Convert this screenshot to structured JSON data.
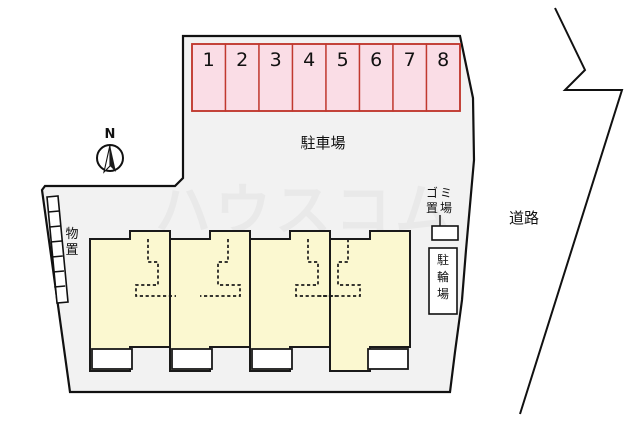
{
  "diagram": {
    "kind": "property-site-plan",
    "title_visible": false,
    "watermark": "ハウスコム"
  },
  "labels": {
    "parking_lot": "駐車場",
    "storage_shed": "物置",
    "garbage_area": "ゴミ置場",
    "bicycle_parking": "駐輪場",
    "road": "道路"
  },
  "garbage_area_chars": [
    "ゴ",
    "ミ"
  ],
  "garbage_area_chars2": [
    "置",
    "場"
  ],
  "bicycle_parking_chars": [
    "駐",
    "輪",
    "場"
  ],
  "storage_shed_chars": [
    "物",
    "置"
  ],
  "compass": {
    "north_label": "N"
  },
  "parking_stalls": [
    {
      "number": "1"
    },
    {
      "number": "2"
    },
    {
      "number": "3"
    },
    {
      "number": "4"
    },
    {
      "number": "5"
    },
    {
      "number": "6"
    },
    {
      "number": "7"
    },
    {
      "number": "8"
    }
  ],
  "building": {
    "unit_count": 4,
    "units": [
      {
        "index": "1"
      },
      {
        "index": "2"
      },
      {
        "index": "3"
      },
      {
        "index": "4"
      }
    ]
  },
  "colors": {
    "lot_fill": "#f2f2f2",
    "stall_fill": "#fadde6",
    "stall_stroke": "#c0392f",
    "building_fill": "#fbf8d0",
    "outline": "#111111",
    "balcony_fill": "#ffffff",
    "watermark": "#e9e9e9",
    "page_background": "#ffffff"
  }
}
